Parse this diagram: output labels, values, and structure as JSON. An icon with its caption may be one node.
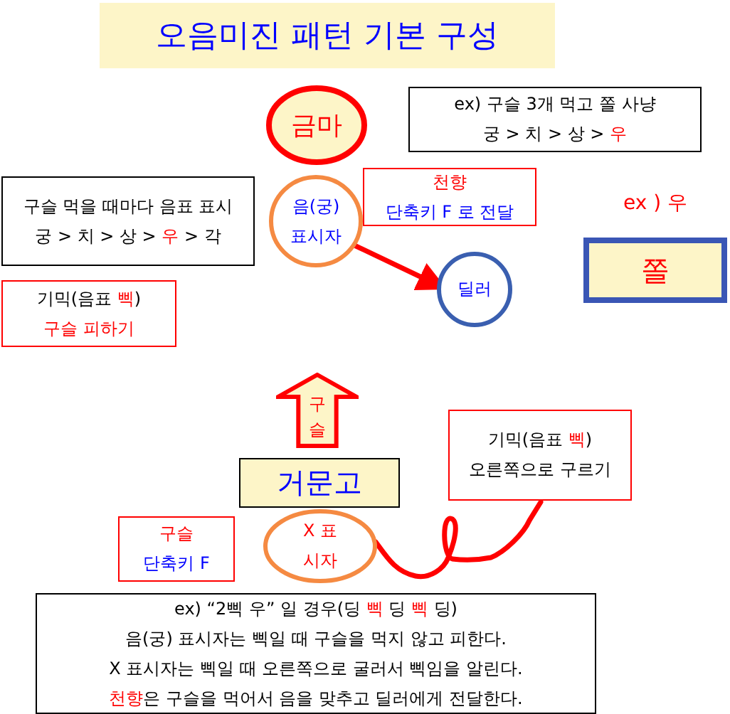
{
  "diagram": {
    "title": "오음미진 패턴 기본 구성",
    "nodes": [
      {
        "text": [
          "금마"
        ]
      },
      {
        "text": [
          "ex) 구슬 3개 먹고 쫄 사냥",
          "궁 > 치 > 상 > **우**"
        ]
      },
      {
        "text": [
          "구슬 먹을 때마다 음표 표시",
          "궁 > 치 > 상 > **우** > 각"
        ]
      },
      {
        "text": [
          "음(궁) 표시자"
        ]
      },
      {
        "text": [
          "천향",
          "단축키 F 로 전달"
        ]
      },
      {
        "text": [
          "딜러"
        ]
      },
      {
        "text": [
          "기믹(음표 **삑**)",
          "구슬 피하기"
        ]
      },
      {
        "text": [
          "쫄"
        ],
        "beside": [
          "ex ) 우"
        ]
      },
      {
        "text": [
          "구슬"
        ]
      },
      {
        "text": [
          "거문고"
        ]
      },
      {
        "text": [
          "X 표시자"
        ]
      },
      {
        "text": [
          "구슬",
          "단축키 F"
        ]
      },
      {
        "text": [
          "기믹(음표 **삑**)",
          "오른쪽으로 구르기"
        ]
      },
      {
        "text": [
          "ex) “2삑 우” 일 경우(딩 **삑** 딩 **삑** 딩)",
          "음(궁) 표시자는 삑일 때 구슬을 먹지 않고 피한다.",
          "X 표시자는 삑일 때 오른쪽으로 굴러서 삑임을 알린다.",
          "**천향**은 구슬을 먹어서 음을 맞추고 딜러에게 전달한다."
        ]
      }
    ],
    "edges": [
      {
        "from": 3,
        "to": 5,
        "arrow": "to"
      },
      {
        "from": 10,
        "to": 12,
        "arrow": "none"
      }
    ]
  }
}
